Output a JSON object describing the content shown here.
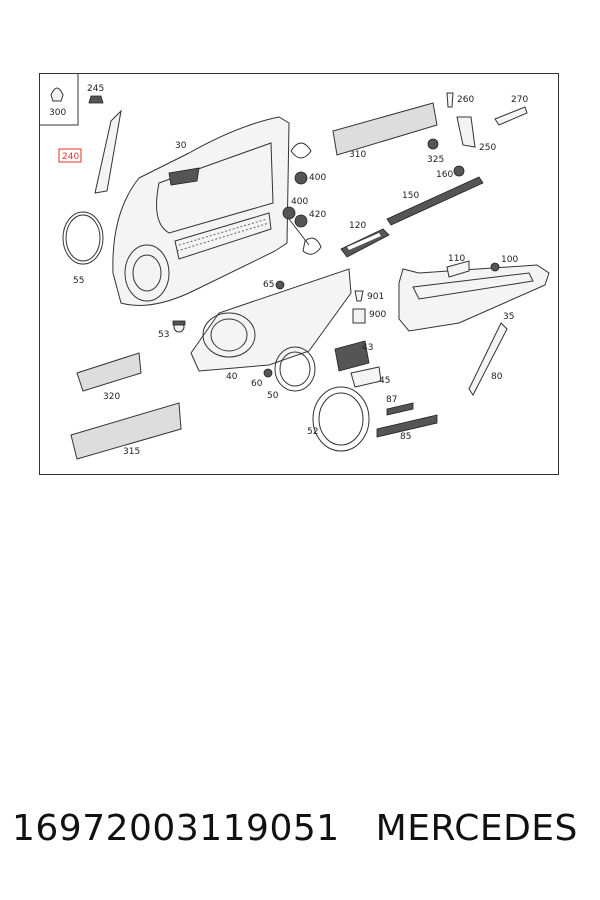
{
  "callouts": {
    "c300": "300",
    "c245": "245",
    "c240": "240",
    "c30": "30",
    "c400a": "400",
    "c400b": "400",
    "c420": "420",
    "c55": "55",
    "c65": "65",
    "c53": "53",
    "c40": "40",
    "c60": "60",
    "c50": "50",
    "c52": "52",
    "c320": "320",
    "c315": "315",
    "c310": "310",
    "c325": "325",
    "c260": "260",
    "c270": "270",
    "c250": "250",
    "c160": "160",
    "c150": "150",
    "c120": "120",
    "c901": "901",
    "c900": "900",
    "c43": "43",
    "c45": "45",
    "c87": "87",
    "c85": "85",
    "c110": "110",
    "c100": "100",
    "c35": "35",
    "c80": "80"
  },
  "highlight_color": "#e0302a",
  "footer": {
    "part_number": "16972003119051",
    "brand": "MERCEDES"
  }
}
